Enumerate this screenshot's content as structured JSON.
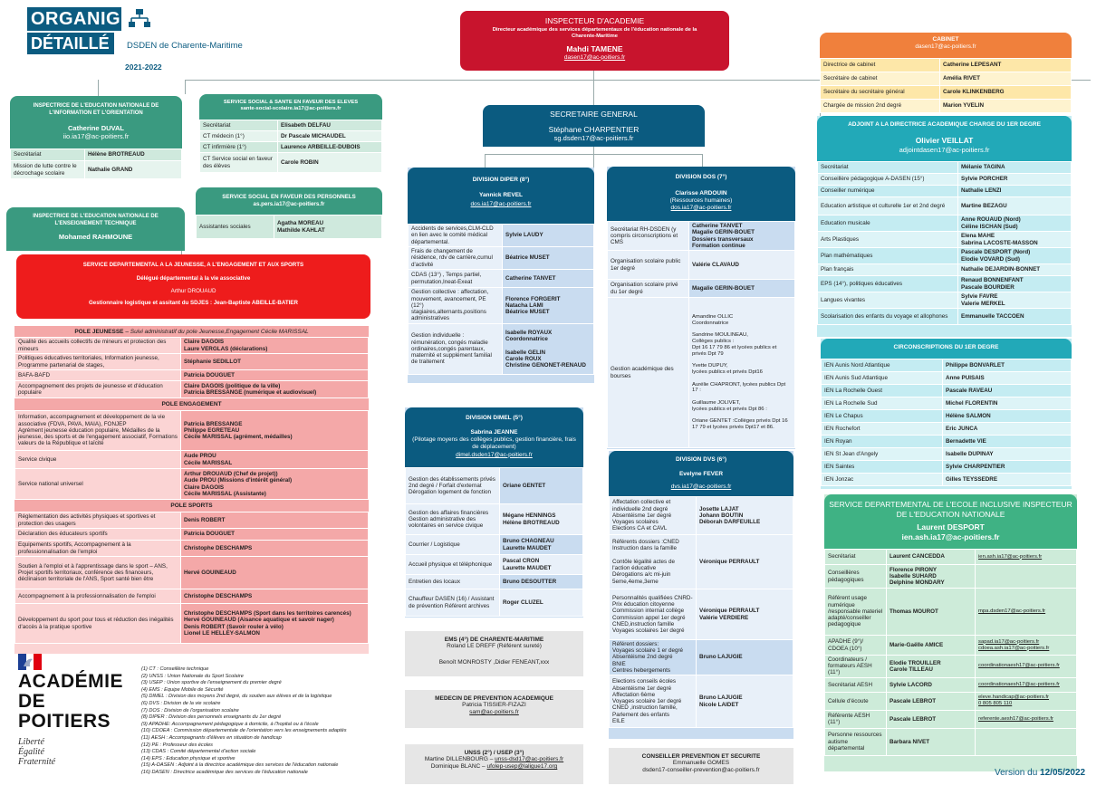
{
  "title": {
    "line1": "ORGANIGRAMME",
    "line2": "DÉTAILLÉ",
    "sub": "DSDEN de Charente-Maritime",
    "year": "2021-2022"
  },
  "ia": {
    "title": "INSPECTEUR D'ACADEMIE",
    "sub": "Directeur académique des services départementaux de l'éducation nationale de la Charente-Maritime",
    "name": "Mahdi TAMENE",
    "email": "dasen17@ac-poitiers.fr"
  },
  "cabinet": {
    "title": "CABINET",
    "email": "dasen17@ac-poitiers.fr",
    "rows": [
      [
        "Directrice de cabinet",
        "Catherine LEPESANT"
      ],
      [
        "Secrétaire de cabinet",
        "Amélia RIVET"
      ],
      [
        "Secrétaire du secrétaire général",
        "Carole KLINKENBERG"
      ],
      [
        "Chargée de mission 2nd degré",
        "Marion YVELIN"
      ]
    ]
  },
  "iio": {
    "title": "INSPECTRICE DE L'EDUCATION NATIONALE DE L'INFORMATION ET L'ORIENTATION",
    "name": "Catherine DUVAL",
    "email": "iio.ia17@ac-poitiers.fr",
    "rows": [
      [
        "Secrétariat",
        "Hélène BROTREAUD"
      ],
      [
        "Mission de lutte contre le décrochage scolaire",
        "Nathalie GRAND"
      ]
    ]
  },
  "ssse": {
    "title": "SERVICE SOCIAL & SANTE EN FAVEUR DES ELEVES",
    "email": "sante-social-scolaire.ia17@ac-poitiers.fr",
    "rows": [
      [
        "Secrétariat",
        "Elisabeth DELFAU"
      ],
      [
        "CT médecin (1°)",
        "Dr Pascale MICHAUDEL"
      ],
      [
        "CT infirmière (1°)",
        "Laurence ARBEILLE-DUBOIS"
      ],
      [
        "CT Service social en faveur des élèves",
        "Carole ROBIN"
      ]
    ]
  },
  "sspers": {
    "title": "SERVICE SOCIAL EN FAVEUR DES PERSONNELS",
    "email": "as.pers.ia17@ac-poitiers.fr",
    "label": "Assistantes sociales",
    "names": "Agatha MOREAU\nMathilde KAHLAT"
  },
  "iet": {
    "title": "INSPECTRICE DE L'EDUCATION NATIONALE DE L'ENSEIGNEMENT TECHNIQUE",
    "name": "Mohamed RAHMOUNE"
  },
  "sdjes": {
    "title": "SERVICE DEPARTEMENTAL A LA JEUNESSE, A L'ENGAGEMENT ET AUX SPORTS",
    "sub": "Délégué départemental à la vie associative",
    "name": "Arthur DROUAUD",
    "gest": "Gestionnaire logistique et assitant du SDJES : Jean-Baptiste ABEILLE-BATIER"
  },
  "pj": {
    "title": "POLE JEUNESSE",
    "note": " – Suivi administratif du pole Jeunesse,Engagement Cécile MARISSAL",
    "rows": [
      [
        "Qualité des accueils collectifs de mineurs et protection des mineurs",
        "Claire DAGOIS\nLaure VERGLAS (déclarations)"
      ],
      [
        "Politiques éducatives territoriales, Information jeunesse, Programme partenarial de stages,",
        "Stéphanie SEDILLOT"
      ],
      [
        "BAFA-BAFD",
        "Patricia DOUGUET"
      ],
      [
        "Accompagnement des projets de jeunesse et d'éducation populaire",
        "Claire DAGOIS (politique de la ville)\nPatricia BRESSANGE (numérique et audiovisuel)"
      ]
    ]
  },
  "pe": {
    "title": "POLE ENGAGEMENT",
    "rows": [
      [
        "Information, accompagnement et développement de la vie associative (FDVA, PAVA, MAIA), FONJEP\nAgrément jeunesse éducation populaire,  Médailles de la jeunesse, des sports et de l'engagement associatif, Formations valeurs de la République et laïcité",
        "Patricia BRESSANGE\nPhilippe EGRETEAU\nCécile MARISSAL (agrément, médailles)"
      ],
      [
        "Service civique",
        "Aude PROU\nCécile MARISSAL"
      ],
      [
        "Service national universel",
        "Arthur DROUAUD (Chef de projet))\nAude PROU (Missions d'intérêt général)\nClaire DAGOIS\nCécile MARISSAL (Assistante)"
      ]
    ]
  },
  "ps": {
    "title": "POLE SPORTS",
    "rows": [
      [
        "Réglementation des activités physiques et sportives et protection des usagers",
        "Denis ROBERT"
      ],
      [
        "Déclaration des éducateurs sportifs",
        "Patricia DOUGUET"
      ],
      [
        "Equipements sportifs, Accompagnement à la professionnalisation de l'emploi",
        "Christophe DESCHAMPS"
      ],
      [
        "Soutien à l'emploi et à l'apprentissage dans le sport – ANS,  Projet sportifs territoriaux, conférence des financeurs, déclinaison territoriale de l'ANS, Sport santé bien être",
        "Hervé GOUINEAUD"
      ],
      [
        "Accompagnement à la professionnalisation de l'emploi",
        "Christophe DESCHAMPS"
      ],
      [
        "Développement du sport pour tous et réduction des inégalités d'accès à la pratique sportive",
        "Christophe DESCHAMPS (Sport dans les territoires carencés)\nHervé GOUINEAUD (Aisance aquatique et savoir nager)\nDenis ROBERT (Savoir rouler à vélo)\nLionel LE HELLEY-SALMON"
      ]
    ]
  },
  "academie": {
    "l1": "ACADÉMIE",
    "l2": "DE POITIERS",
    "m1": "Liberté",
    "m2": "Égalité",
    "m3": "Fraternité"
  },
  "glossary": [
    "(1) CT : Conseillère technique",
    "(2) UNSS : Union Nationale du Sport Scolaire",
    "(3) USEP : Union sportive de l'enseignement du premier degré",
    "(4) EMS : Equipe Mobile de Sécurité",
    "(5) DIMEL : Division des moyens 2nd degré, du soutien aux élèves et de la logistique",
    "(6) DVS : Division de la vie scolaire",
    "(7) DOS : Division de l'organisation scolaire",
    "(8) DIPER : Division des personnels enseignants du 1er degré",
    "(9) APADHE: Accompagnement pédagogique à domicile, à l'hopital ou à l'école",
    "(10) CDOEA : Commission départementale de l'orientation vers les enseignements adaptés",
    "(11) AESH : Accompagnants d'élèves en situation de handicap",
    "(12) PE : Professeur des écoles",
    "(13) CDAS : Comité départemental d'action sociale",
    "(14) EPS : Education physique et sportive",
    "(15) A-DASEN : Adjoint à la directrice académique des services de l'éducation nationale",
    "(16) DASEN : Directrice académique des services de l'éducation nationale"
  ],
  "sg": {
    "title": "SECRETAIRE GENERAL",
    "name": "Stéphane CHARPENTIER",
    "email": "sg.dsden17@ac-poitiers.fr"
  },
  "diper": {
    "title": "DIVISION DIPER (8°)",
    "name": "Yannick REVEL",
    "email": "dos.ia17@ac-poitiers.fr",
    "rows": [
      [
        "Accidents de services,CLM-CLD en lien avec le comité médical départemental.",
        "Sylvie LAUDY"
      ],
      [
        "Frais de changement de résidence, rdv de carrière,cumul d'activité",
        "Béatrice MUSET"
      ],
      [
        "CDAS (13°) , Temps partiel, permutation,Ineat-Exeat",
        "Catherine TANVET"
      ],
      [
        "Gestion collective : affectation, mouvement, avancement, PE (12°) stagiaires,alternants,positions administratives",
        "Florence FORGERIT\nNatacha LAMI\nBéatrice MUSET"
      ],
      [
        "Gestion individuelle : rémunération, congés maladie ordinaires,congés parentaux, maternité et supplément familial de traitement",
        "Isabelle ROYAUX\nCoordonnatrice\n\nIsabelle GELIN\nCarole ROUX\nChristine GENONET-RENAUD"
      ]
    ]
  },
  "dos": {
    "title": "DIVISION DOS (7°)",
    "name": "Clarisse ARDOUIN",
    "sub": "(Ressources humaines)",
    "email": "dos.ia17@ac-poitiers.fr",
    "rows": [
      [
        "Secrétariat RH-DSDEN (y compris circonscriptions et CMS",
        "Catherine TANVET\nMagalie GERIN-BOUET\nDossiers transversaux\nFormation continue"
      ],
      [
        "Organisation scolaire public 1er degré",
        "Valérie CLAVAUD"
      ],
      [
        "Organisation scolaire privé du 1er degré",
        "Magalie GERIN-BOUET"
      ],
      [
        "Gestion académique des bourses",
        "Amandine OLLIC\nCoordonnatrice\n\nSandrine MOULINEAU,\nCollèges publics :\nDpt 16 17 79 86 et lycées publics et privés Dpt 79\n\nYvette DUPUY,\nlycées publics et privés Dpt16\n\nAurélie CHAPRONT, lycées publics Dpt 17 :\n\nGuillaume JOLIVET,\nlycées publics et privés Dpt 86 :\n\nOriane GENTET :Collèges privés Dpt 16 17 79 et lycées privés Dpt17 et 86."
      ]
    ]
  },
  "dimel": {
    "title": "DIVISION DIMEL (5°)",
    "name": "Sabrina JEANNE",
    "sub": "(Pilotage moyens des collèges publics, gestion financière, frais de déplacement)",
    "email": "dimel.dsden17@ac-poitiers.fr",
    "rows": [
      [
        "Gestion des établissements privés 2nd degré / Forfait d'externat\nDérogation logement de fonction",
        "Oriane GENTET"
      ],
      [
        "Gestion des affaires financières\nGestion administrative des volontaires en service civique",
        "Mégane HENNINGS\nHélène BROTREAUD"
      ],
      [
        "Courrier / Logistique",
        "Bruno CHAGNEAU\nLaurette MAUDET"
      ],
      [
        "Accueil physique et téléphonique",
        "Pascal CRON\nLaurette MAUDET"
      ],
      [
        "Entretien des locaux",
        "Bruno DESOUTTER"
      ],
      [
        "Chauffeur DASEN (16) / Assistant de prévention\nRéférent archives",
        "Roger CLUZEL"
      ]
    ]
  },
  "ems": {
    "title": "EMS (4°) DE CHARENTE-MARITIME",
    "l1": "Roland LE DREFF (Référent sureté)",
    "l2": "Benoît MONROSTY ,Didier FENEANT,xxx"
  },
  "medecin": {
    "title": "MEDECIN DE PREVENTION ACADEMIQUE",
    "name": "Patricia TISSIER-FIZAZI",
    "email": "sam@ac-poitiers.fr"
  },
  "unss": {
    "title": "UNSS (2°) / USEP (3°)",
    "l1": "Martine DILLENBOURG –",
    "e1": "unss-dsd17@ac-poitiers.fr",
    "l2": "Dominique BLANC –",
    "e2": "ufolep-usep@laligue17.org"
  },
  "dvs": {
    "title": "DIVISION DVS (6°)",
    "name": "Evelyne FEVER",
    "email": "dvs.ia17@ac-poitiers.fr",
    "rows": [
      [
        "Affectation collective et individuelle 2nd degré\nAbsentéisme 1er degré\nVoyages scolaires\nElections CA et CAVL",
        "Josette LAJAT\nJohann BOUTIN\nDéborah DARFEUILLE"
      ],
      [
        "Référents dossiers :CNED Instruction dans la famille\n\nContôle légalité actes de l'action éducative\nDérogations a/c mi-juin 5eme,4eme,3eme",
        "Véronique PERRAULT"
      ],
      [
        "Personnalités qualifiées CNRD-Prix éducation citoyenne\nCommission internat collège\nCommission appel 1er degré\nCNED,instruction famille\nVoyages scolaires 1er degré",
        "Véronique PERRAULT\nValérie VERDIERE"
      ],
      [
        "Référent dossiers:\nVoyages scolaire 1 er degré\nAbsentéisme 2nd degré\nBNIE\nCentres hebergements",
        "Bruno LAJUGIE"
      ],
      [
        "Elections conseils écoles\nAbsentéisme 1er degré\nAffectation 6ème\nVoyages scolaire 1er degré\nCNED ,instruction famille,\nParlement des enfants\nEILE",
        "Bruno LAJUGIE\nNicole LAIDET"
      ]
    ]
  },
  "csec": {
    "title": "CONSEILLER PREVENTION ET SECURITE",
    "name": "Emmanuelle GOMES",
    "email": "dsden17-conseiller-prevention@ac-poitiers.fr"
  },
  "adjoint": {
    "title": "ADJOINT A LA DIRECTRICE ACADEMIQUE CHARGE DU 1ER DEGRE",
    "name": "Olivier VEILLAT",
    "email": "adjointdasen17@ac-poitiers.fr",
    "rows": [
      [
        "Secrétariat",
        "Mélanie TAGINA"
      ],
      [
        "Conseillère pédagogique A-DASEN (15°)",
        "Sylvie PORCHER"
      ],
      [
        "Conseiller numérique",
        "Nathalie LENZI"
      ],
      [
        "Education artistique et culturelle 1er et 2nd degré",
        "Martine BEZAGU"
      ],
      [
        "Education musicale",
        "Anne ROUAUD (Nord)\nCéline ISCHAN (Sud)"
      ],
      [
        "Arts Plastiques",
        "Elena MAHE\nSabrina LACOSTE-MASSON"
      ],
      [
        "Plan mathématiques",
        "Pascale DESPORT (Nord)\nElodie VOVARD (Sud)"
      ],
      [
        "Plan français",
        "Nathalie DEJARDIN-BONNET"
      ],
      [
        "EPS (14°), politiques éducatives",
        "Renaud BONNENFANT\nPascale BOURDIER"
      ],
      [
        "Langues vivantes",
        "Sylvie FAVRE\nValerie MERKEL"
      ],
      [
        "Scolarisation des enfants du voyage et allophones",
        "Emmanuelle TACCOEN"
      ]
    ]
  },
  "circ": {
    "title": "CIRCONSCRIPTIONS DU 1ER DEGRE",
    "rows": [
      [
        "IEN Aunis Nord Atlantique",
        "Philippe BONVARLET"
      ],
      [
        "IEN Aunis Sud Atlantique",
        "Anne PUISAIS"
      ],
      [
        "IEN La Rochelle Ouest",
        "Pascale RAVEAU"
      ],
      [
        "IEN La Rochelle Sud",
        "Michel FLORENTIN"
      ],
      [
        "IEN Le Chapus",
        "Hélène SALMON"
      ],
      [
        "IEN Rochefort",
        "Eric JUNCA"
      ],
      [
        "IEN Royan",
        "Bernadette VIE"
      ],
      [
        "IEN St Jean d'Angely",
        "Isabelle DUPINAY"
      ],
      [
        "IEN Saintes",
        "Sylvie CHARPENTIER"
      ],
      [
        "IEN Jonzac",
        "Gilles TEYSSEDRE"
      ]
    ]
  },
  "ei": {
    "title": "SERVICE DEPARTEMENTAL DE L'ECOLE INCLUSIVE INSPECTEUR DE L'EDUCATION NATIONALE",
    "name": "Laurent DESPORT",
    "email": "ien.ash.ia17@ac-poitiers.fr",
    "rows": [
      [
        "Secrétariat",
        "Laurent CANCEDDA",
        "ien.ash.ia17@ac-poitiers.fr"
      ],
      [
        "Conseillères pédagogiques",
        "Florence PIRONY\nIsabelle SUHARD\nDelphine MONDARY",
        ""
      ],
      [
        "Référent usage numérique /responsable materiel adapté/conseiller pedagogique",
        "Thomas MOUROT",
        "mpa.dsden17@ac-poitiers.fr"
      ],
      [
        "APADHE (9°)/ CDOEA (10°)",
        "Marie-Gaëlle AMICE",
        "sapad.ia17@ac-poitiers.fr\ncdoea.ash.ia17@ac-poitiers.fr"
      ],
      [
        "Coordinateurs / formateurs AESH (11°)",
        "Elodie TROUILLER\nCarole TILLEAU",
        "coordinationaesh17@ac-poitiers.fr"
      ],
      [
        "Secrétariat AESH",
        "Sylvie LACORD",
        "coordinationaesh17@ac-poitiers.fr"
      ],
      [
        "Cellule d'écoute",
        "Pascale LEBROT",
        "eleve.handicap@ac-poitiers.fr\n0 805 805 110"
      ],
      [
        "Référente AESH (11°)",
        "Pascale LEBROT",
        "referente.aesh17@ac-poitiers.fr"
      ],
      [
        "Personne ressources autisme départemental",
        "Barbara NIVET",
        ""
      ]
    ]
  },
  "version": {
    "label": "Version du ",
    "date": "12/05/2022"
  },
  "colors": {
    "navy": "#0b5b80",
    "teal": "#3a9a80",
    "tealLight": "#9fd6c0",
    "red": "#ee1c1c",
    "crimson": "#c8142d",
    "orange": "#f0803c",
    "cyan": "#22a9b8",
    "blueLight": "#c9dcf0"
  }
}
